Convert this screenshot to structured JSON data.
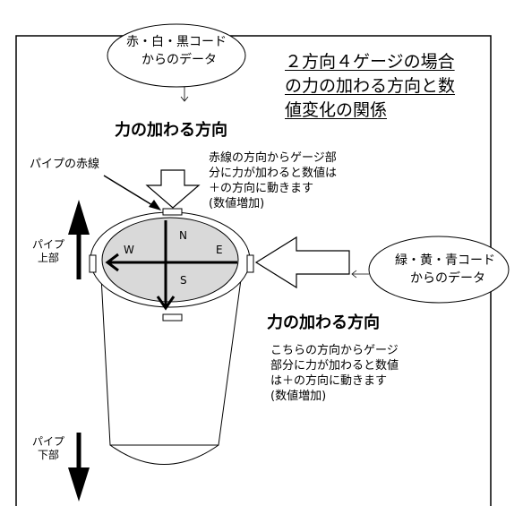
{
  "title_lines": [
    "２方向４ゲージの場合",
    "の力の加わる方向と数",
    "値変化の関係"
  ],
  "top_source": {
    "line1": "赤・白・黒コード",
    "line2": "からのデータ"
  },
  "right_source": {
    "line1": "緑・黄・青コード",
    "line2": "からのデータ"
  },
  "top_force": {
    "heading": "力の加わる方向",
    "lines": [
      "赤線の方向からゲージ部",
      "分に力が加わると数値は",
      "＋の方向に動きます",
      "(数値増加)"
    ]
  },
  "right_force": {
    "heading": "力の加わる方向",
    "lines": [
      "こちらの方向からゲージ",
      "部分に力が加わると数値",
      "は＋の方向に動きます",
      "(数値増加)"
    ]
  },
  "pipe_red_line_label": "パイプの赤線",
  "pipe_top_label": [
    "パイプ",
    "上部"
  ],
  "pipe_bottom_label": [
    "パイプ",
    "下部"
  ],
  "compass": {
    "n": "N",
    "s": "S",
    "e": "E",
    "w": "W"
  },
  "colors": {
    "ink": "#000000",
    "cap_fill": "#d9d9d9",
    "paper": "#ffffff"
  }
}
